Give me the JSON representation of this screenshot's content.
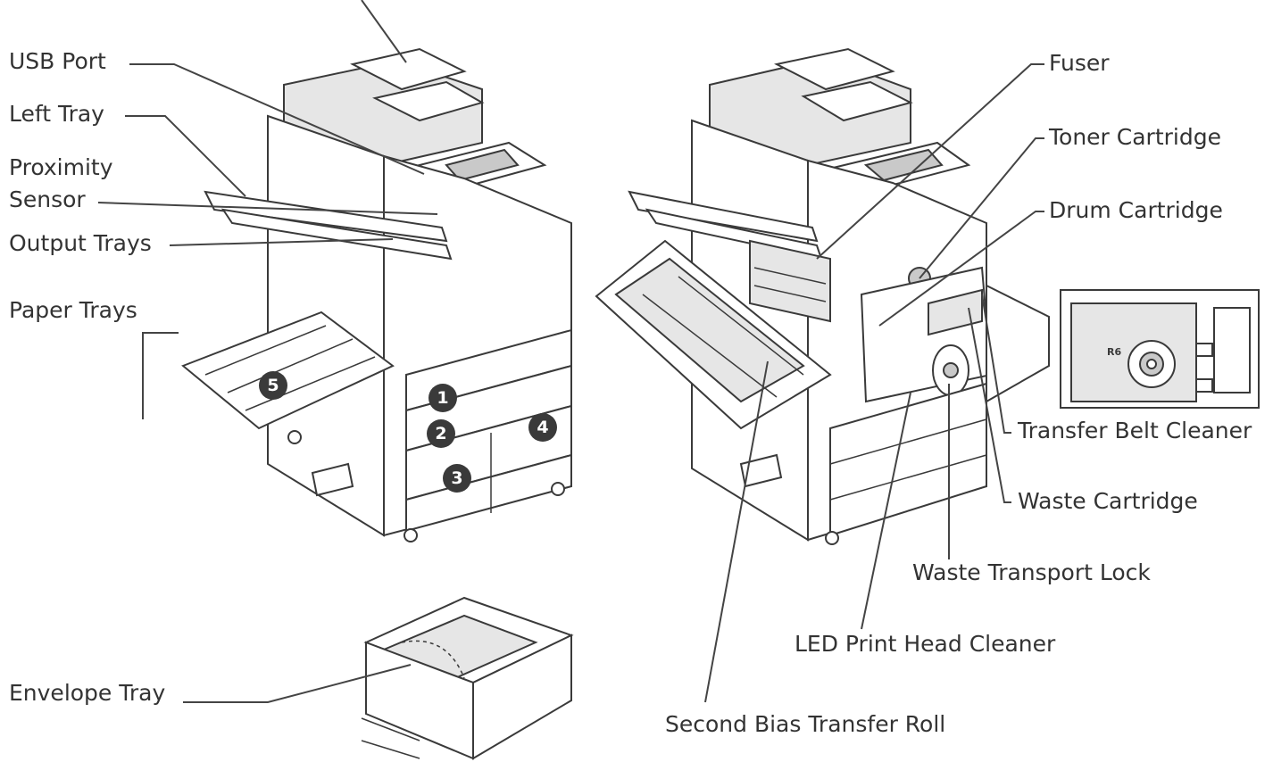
{
  "labels": {
    "usb_port": "USB Port",
    "left_tray": "Left Tray",
    "proximity_sensor": "Proximity Sensor",
    "proximity_line1": "Proximity",
    "proximity_line2": "Sensor",
    "output_trays": "Output Trays",
    "paper_trays": "Paper Trays",
    "envelope_tray": "Envelope Tray",
    "fuser": "Fuser",
    "toner_cartridge": "Toner Cartridge",
    "drum_cartridge": "Drum Cartridge",
    "transfer_belt_cleaner": "Transfer Belt Cleaner",
    "waste_cartridge": "Waste Cartridge",
    "waste_transport_lock": "Waste Transport Lock",
    "led_print_head_cleaner": "LED Print Head Cleaner",
    "second_bias_transfer_roll": "Second Bias Transfer Roll"
  },
  "tray_numbers": [
    "1",
    "2",
    "3",
    "4",
    "5"
  ],
  "inset_label": "R6",
  "colors": {
    "text": "#333333",
    "line": "#3a3a3a",
    "panel": "#e6e6e6",
    "marker": "#3a3a3a"
  }
}
